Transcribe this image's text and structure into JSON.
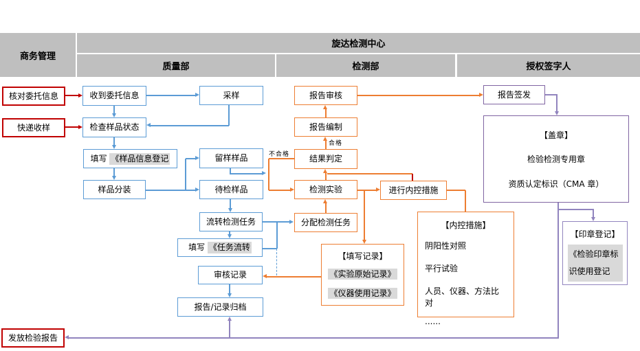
{
  "header": {
    "business": "商务管理",
    "org": "旋达检测中心",
    "quality": "质量部",
    "testing": "检测部",
    "signatory": "授权签字人"
  },
  "nodes": {
    "verify_info": "核对委托信息",
    "express_receive": "快递收样",
    "issue_report": "发放检验报告",
    "receive_info": "收到委托信息",
    "check_sample": "检查样品状态",
    "fill_sample_prefix": "填写",
    "fill_sample_doc": "《样品信息登记",
    "sample_split": "样品分装",
    "sampling": "采样",
    "retained_sample": "留样样品",
    "pending_sample": "待检样品",
    "transfer_task": "流转检测任务",
    "fill_task_prefix": "填写",
    "fill_task_doc": "《任务流转",
    "review_record": "审核记录",
    "archive": "报告/记录归档",
    "report_review": "报告审核",
    "report_compile": "报告编制",
    "result_judge": "结果判定",
    "test_experiment": "检测实验",
    "assign_task": "分配检测任务",
    "run_internal_control": "进行内控措施",
    "report_issue": "报告签发"
  },
  "panels": {
    "fill_record": {
      "title": "【填写记录】",
      "items": [
        "《实验原始记录》",
        "《仪器使用记录》"
      ]
    },
    "control_measures": {
      "title": "【内控措施】",
      "items": [
        "阴阳性对照",
        "平行试验",
        "人员、仪器、方法比对",
        "......"
      ]
    },
    "stamp": {
      "title": "【盖章】",
      "items": [
        "检验检测专用章",
        "资质认定标识（CMA 章）"
      ]
    },
    "seal_register": {
      "title": "【印章登记】",
      "lines": [
        "《检验印章标",
        "识使用登记"
      ]
    }
  },
  "edge_labels": {
    "pass": "合格",
    "fail": "不合格"
  },
  "colors": {
    "red": "#C00000",
    "blue": "#5B9BD5",
    "orange": "#ED7D31",
    "purple_border": "#8064A2",
    "purple_line": "#9184BE",
    "header_bg": "#BFBFBF",
    "highlight_bg": "#D9D9D9"
  }
}
